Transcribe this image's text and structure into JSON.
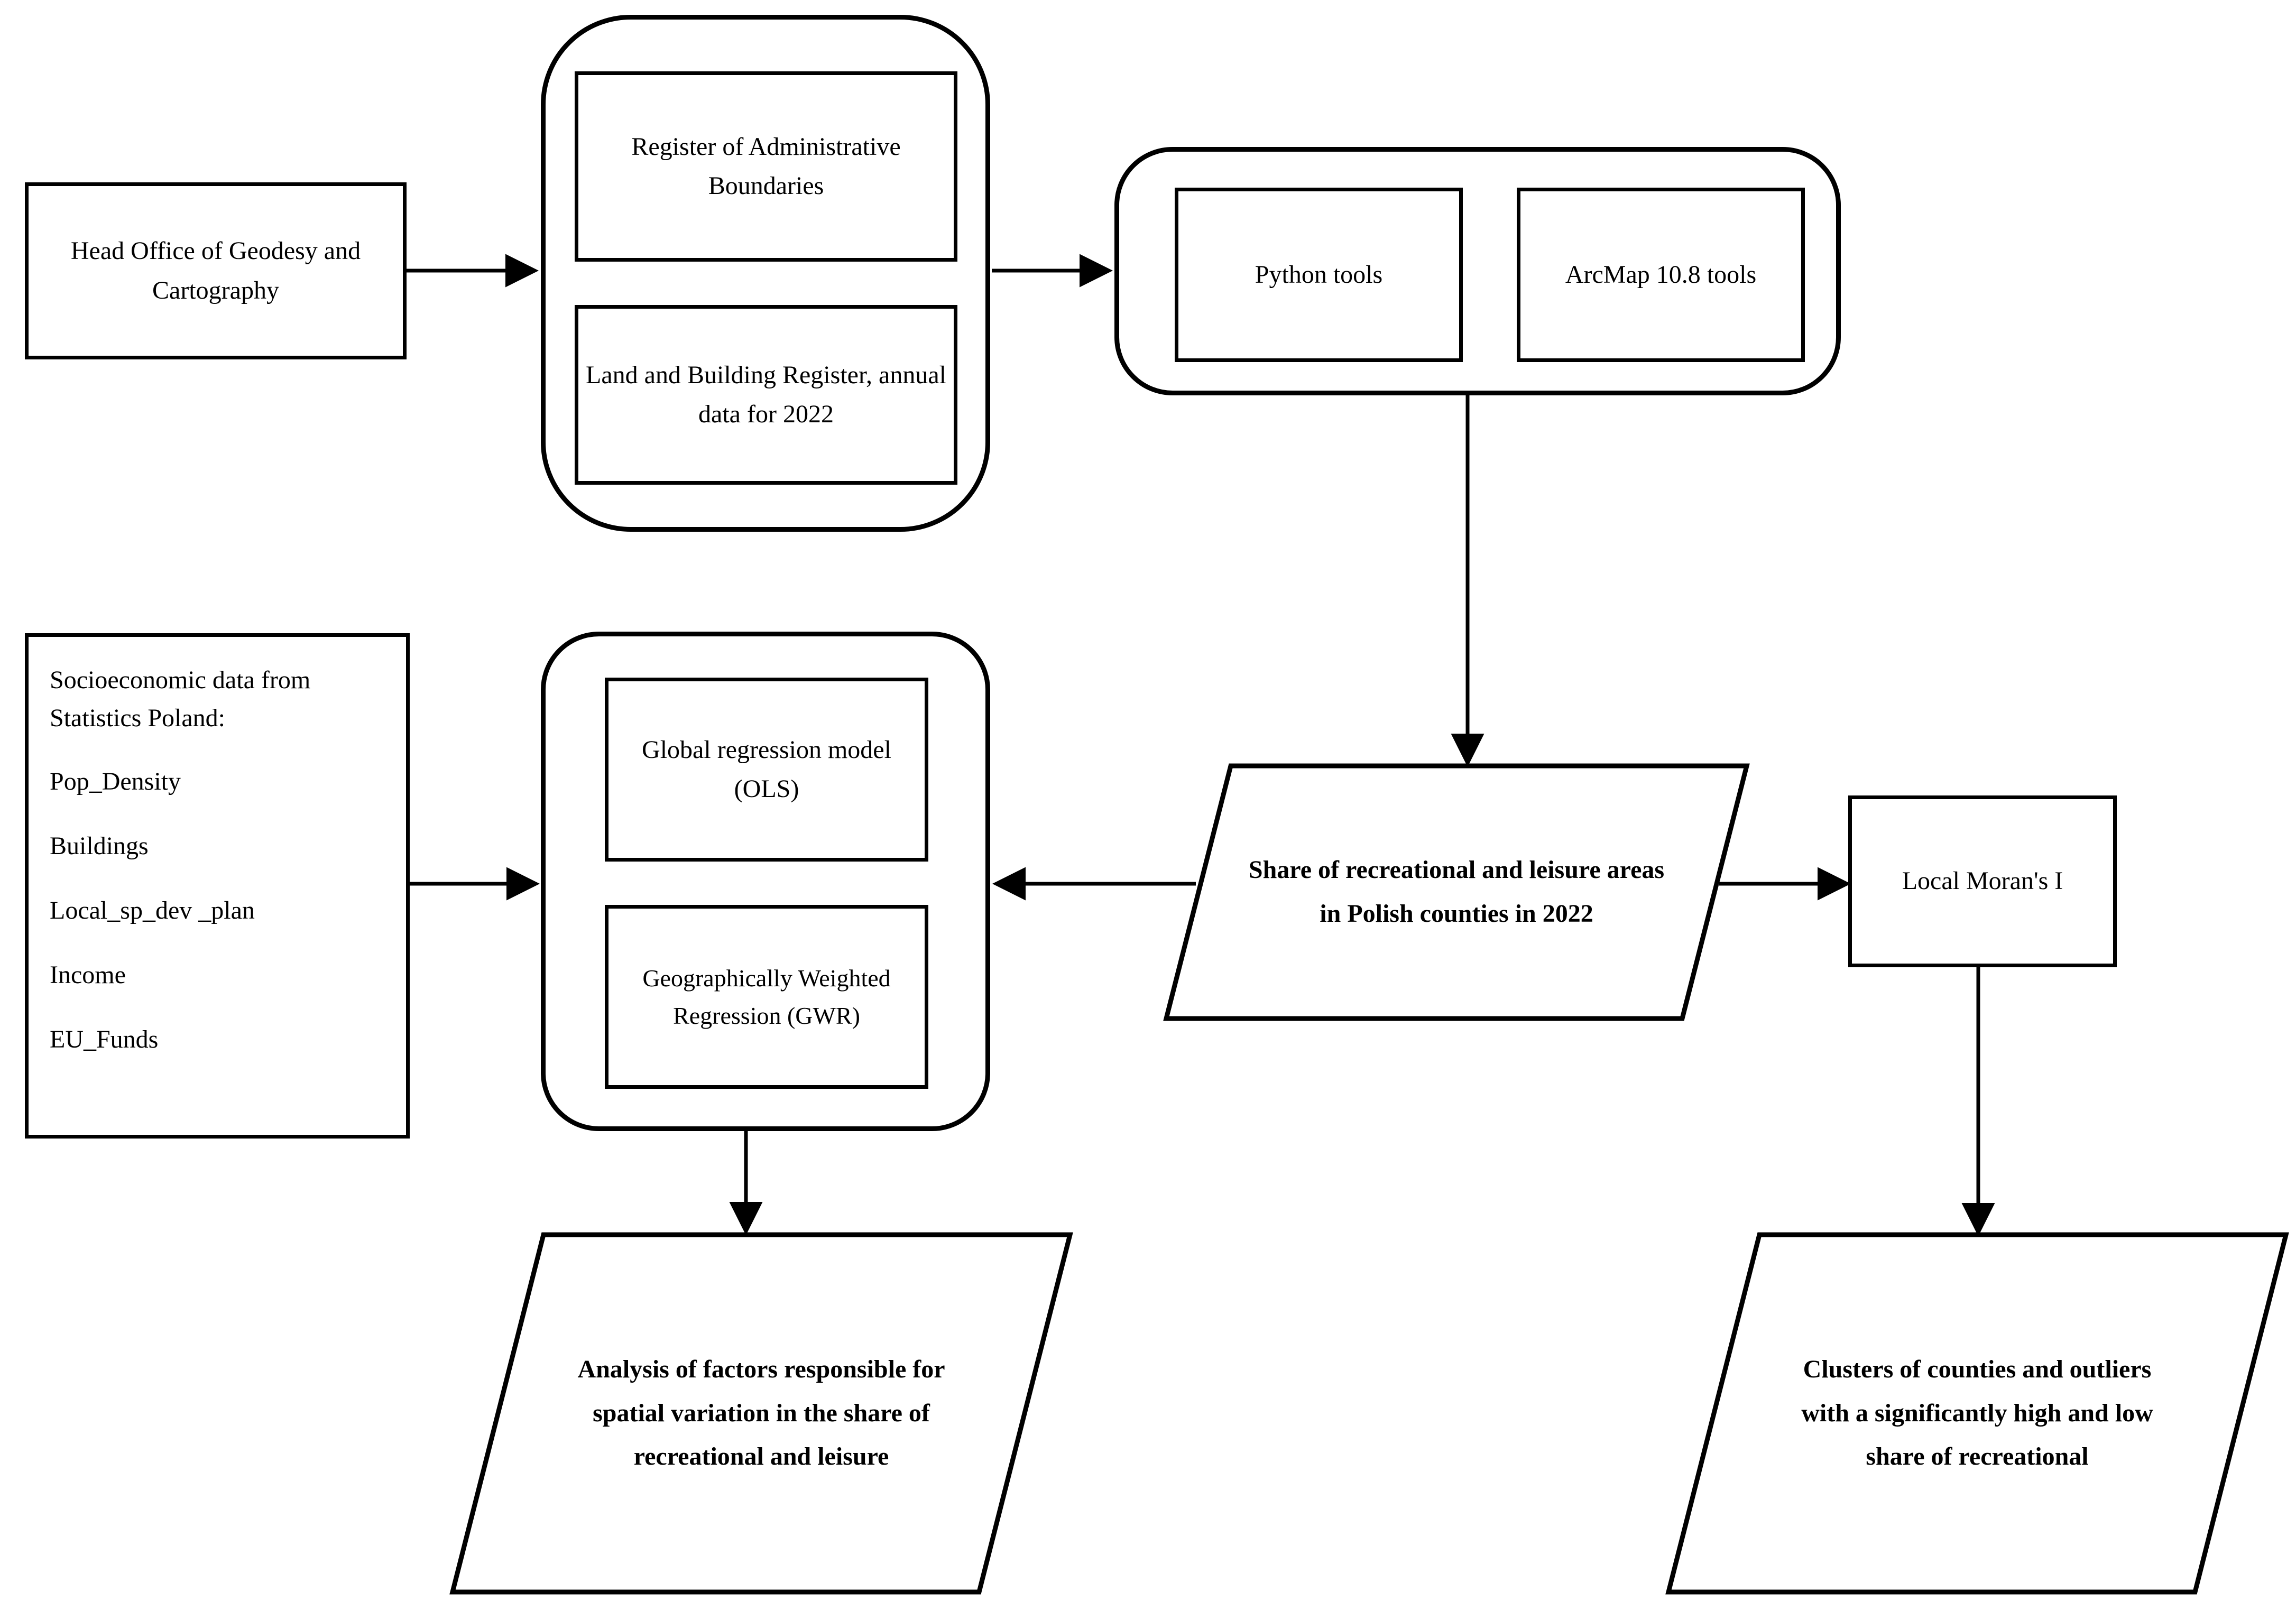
{
  "diagram": {
    "title": "Research workflow flowchart",
    "colors": {
      "stroke": "#000000",
      "background": "#ffffff",
      "text": "#000000"
    },
    "nodes": {
      "head_office": {
        "label": "Head Office of Geodesy and Cartography",
        "shape": "rectangle"
      },
      "registers_group": {
        "shape": "rounded-container",
        "items": [
          {
            "label": "Register of Administrative Boundaries",
            "shape": "rectangle"
          },
          {
            "label": "Land and Building Register, annual data for 2022",
            "shape": "rectangle"
          }
        ]
      },
      "tools_group": {
        "shape": "rounded-container",
        "items": [
          {
            "label": "Python tools",
            "shape": "rectangle"
          },
          {
            "label": "ArcMap 10.8 tools",
            "shape": "rectangle"
          }
        ]
      },
      "socioeconomic": {
        "shape": "rectangle",
        "heading": "Socioeconomic data from Statistics Poland:",
        "variables": [
          "Pop_Density",
          "Buildings",
          "Local_sp_dev _plan",
          "Income",
          "EU_Funds"
        ]
      },
      "models_group": {
        "shape": "rounded-container",
        "items": [
          {
            "label": "Global regression model (OLS)",
            "shape": "rectangle"
          },
          {
            "label": "Geographically Weighted Regression (GWR)",
            "shape": "rectangle"
          }
        ]
      },
      "share_data": {
        "label": "Share of recreational and leisure areas in Polish counties in 2022",
        "shape": "parallelogram",
        "bold": true
      },
      "local_morans_i": {
        "label": "Local Moran's I",
        "shape": "rectangle"
      },
      "analysis_result": {
        "label": "Analysis of factors responsible for spatial variation in the share of recreational and leisure",
        "shape": "parallelogram",
        "bold": true
      },
      "clusters_result": {
        "label": "Clusters of counties and outliers with a significantly high and low share of recreational",
        "shape": "parallelogram",
        "bold": true
      }
    },
    "edges": [
      {
        "from": "head_office",
        "to": "registers_group",
        "direction": "right",
        "arrow": true
      },
      {
        "from": "registers_group",
        "to": "tools_group",
        "direction": "right",
        "arrow": true
      },
      {
        "from": "tools_group",
        "to": "share_data",
        "direction": "down",
        "arrow": true
      },
      {
        "from": "socioeconomic",
        "to": "models_group",
        "direction": "right",
        "arrow": true
      },
      {
        "from": "share_data",
        "to": "models_group",
        "direction": "left",
        "arrow": true
      },
      {
        "from": "share_data",
        "to": "local_morans_i",
        "direction": "right",
        "arrow": true
      },
      {
        "from": "models_group",
        "to": "analysis_result",
        "direction": "down",
        "arrow": true
      },
      {
        "from": "local_morans_i",
        "to": "clusters_result",
        "direction": "down",
        "arrow": true
      }
    ]
  }
}
